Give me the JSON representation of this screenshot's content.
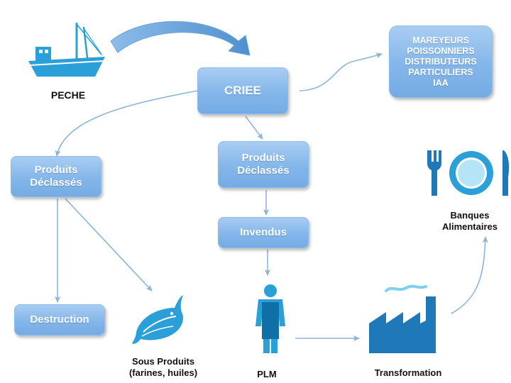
{
  "colors": {
    "box_gradient_top": "#a9cdf2",
    "box_gradient_bottom": "#75abe4",
    "arrow": "#8ab4dc",
    "icon_blue": "#2a9fd8",
    "big_arrow": "#5b9bd5"
  },
  "nodes": {
    "criee": "CRIEE",
    "buyers": "MAREYEURS\nPOISSONNIERS\nDISTRIBUTEURS\nPARTICULIERS\nIAA",
    "produits_declasses_left": "Produits\nDéclassés",
    "produits_declasses_center": "Produits\nDéclassés",
    "invendus": "Invendus",
    "destruction": "Destruction"
  },
  "labels": {
    "peche": "PECHE",
    "sous_produits": "Sous Produits\n(farines, huiles)",
    "plm": "PLM",
    "transformation": "Transformation",
    "banques_alimentaires": "Banques\nAlimentaires"
  },
  "icons": {
    "boat": "fishing-boat-icon",
    "fish": "fish-icon",
    "worker": "worker-icon",
    "factory": "factory-icon",
    "tableware": "plate-fork-knife-icon"
  },
  "edges": [
    {
      "from": "peche",
      "to": "criee"
    },
    {
      "from": "criee",
      "to": "buyers"
    },
    {
      "from": "criee",
      "to": "produits_declasses_left"
    },
    {
      "from": "criee",
      "to": "produits_declasses_center"
    },
    {
      "from": "produits_declasses_center",
      "to": "invendus"
    },
    {
      "from": "invendus",
      "to": "plm"
    },
    {
      "from": "produits_declasses_left",
      "to": "destruction"
    },
    {
      "from": "produits_declasses_left",
      "to": "sous_produits"
    },
    {
      "from": "plm",
      "to": "transformation"
    },
    {
      "from": "transformation",
      "to": "banques_alimentaires"
    }
  ]
}
